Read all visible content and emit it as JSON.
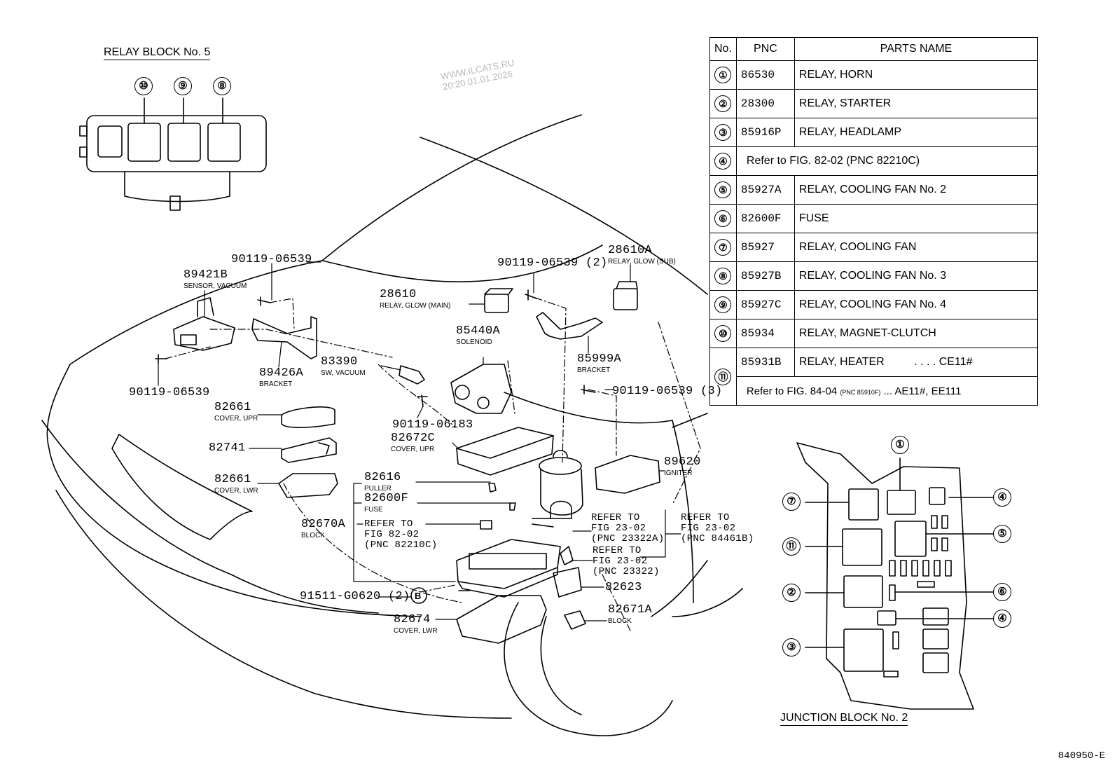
{
  "titles": {
    "relay_block": "RELAY BLOCK No. 5",
    "junction_block": "JUNCTION BLOCK No. 2"
  },
  "watermark": {
    "site": "WWW.ILCATS.RU",
    "timestamp": "20:20 01.01.2026"
  },
  "figure_code": "840950-E",
  "relay_block_refs": [
    "⑩",
    "⑨",
    "⑧"
  ],
  "junction_block_refs": {
    "r1": "①",
    "r7": "⑦",
    "r4a": "④",
    "r11": "⑪",
    "r5": "⑤",
    "r2": "②",
    "r6": "⑥",
    "r4b": "④",
    "r3": "③"
  },
  "parts_table": {
    "headers": {
      "no": "No.",
      "pnc": "PNC",
      "name": "PARTS NAME"
    },
    "rows": [
      {
        "no": "①",
        "pnc": "86530",
        "name": "RELAY, HORN"
      },
      {
        "no": "②",
        "pnc": "28300",
        "name": "RELAY, STARTER"
      },
      {
        "no": "③",
        "pnc": "85916P",
        "name": "RELAY, HEADLAMP"
      },
      {
        "no": "④",
        "span": "Refer to FIG. 82-02 (PNC 82210C)"
      },
      {
        "no": "⑤",
        "pnc": "85927A",
        "name": "RELAY, COOLING FAN No. 2"
      },
      {
        "no": "⑥",
        "pnc": "82600F",
        "name": "FUSE"
      },
      {
        "no": "⑦",
        "pnc": "85927",
        "name": "RELAY, COOLING FAN"
      },
      {
        "no": "⑧",
        "pnc": "85927B",
        "name": "RELAY, COOLING FAN No. 3"
      },
      {
        "no": "⑨",
        "pnc": "85927C",
        "name": "RELAY, COOLING FAN No. 4"
      },
      {
        "no": "⑩",
        "pnc": "85934",
        "name": "RELAY, MAGNET-CLUTCH"
      }
    ],
    "row11": {
      "no": "⑪",
      "pnc": "85931B",
      "name": "RELAY, HEATER",
      "note": ". . . . CE11#",
      "refer_start": "Refer to FIG. 84-04",
      "refer_pnc": "(PNC 85910F)",
      "refer_end": "... AE11#, EE111"
    }
  },
  "callouts": {
    "bolt_top": {
      "pnc": "90119-06539"
    },
    "sensor_vacuum": {
      "pnc": "89421B",
      "name": "SENSOR, VACUUM"
    },
    "bolt_left": {
      "pnc": "90119-06539"
    },
    "bracket_left": {
      "pnc": "89426A",
      "name": "BRACKET"
    },
    "sw_vacuum": {
      "pnc": "83390",
      "name": "SW, VACUUM"
    },
    "relay_glow_main": {
      "pnc": "28610",
      "name": "RELAY, GLOW (MAIN)"
    },
    "solenoid": {
      "pnc": "85440A",
      "name": "SOLENOID"
    },
    "bolt_center": {
      "pnc": "90119-06539 (2)"
    },
    "relay_glow_sub": {
      "pnc": "28610A",
      "name": "RELAY, GLOW (SUB)"
    },
    "bracket_right": {
      "pnc": "85999A",
      "name": "BRACKET"
    },
    "bolt_right": {
      "pnc": "90119-06539 (3)"
    },
    "cover_upr_small": {
      "pnc": "82661",
      "name": "COVER, UPR"
    },
    "part_82741": {
      "pnc": "82741"
    },
    "cover_lwr_small": {
      "pnc": "82661",
      "name": "COVER, LWR"
    },
    "bolt_solenoid": {
      "pnc": "90119-06183"
    },
    "cover_upr_block": {
      "pnc": "82672C",
      "name": "COVER, UPR"
    },
    "igniter": {
      "pnc": "89620",
      "name": "IGNITER"
    },
    "puller": {
      "pnc": "82616",
      "name": "PULLER"
    },
    "fuse": {
      "pnc": "82600F",
      "name": "FUSE"
    },
    "block_main": {
      "pnc": "82670A",
      "name": "BLOCK"
    },
    "refer_82_02": {
      "lines": [
        "REFER TO",
        "FIG 82-02",
        "(PNC 82210C)"
      ]
    },
    "refer_23322A": {
      "lines": [
        "REFER TO",
        "FIG 23-02",
        "(PNC 23322A)"
      ]
    },
    "refer_84461B": {
      "lines": [
        "REFER TO",
        "FIG 23-02",
        "(PNC 84461B)"
      ]
    },
    "refer_23322": {
      "lines": [
        "REFER TO",
        "FIG 23-02",
        "(PNC 23322)"
      ]
    },
    "part_82623": {
      "pnc": "82623"
    },
    "block_small": {
      "pnc": "82671A",
      "name": "BLOCK"
    },
    "bolt_bottom": {
      "pnc": "91511-G0620 (2)",
      "tag": "B"
    },
    "cover_lwr_block": {
      "pnc": "82674",
      "name": "COVER, LWR"
    }
  }
}
